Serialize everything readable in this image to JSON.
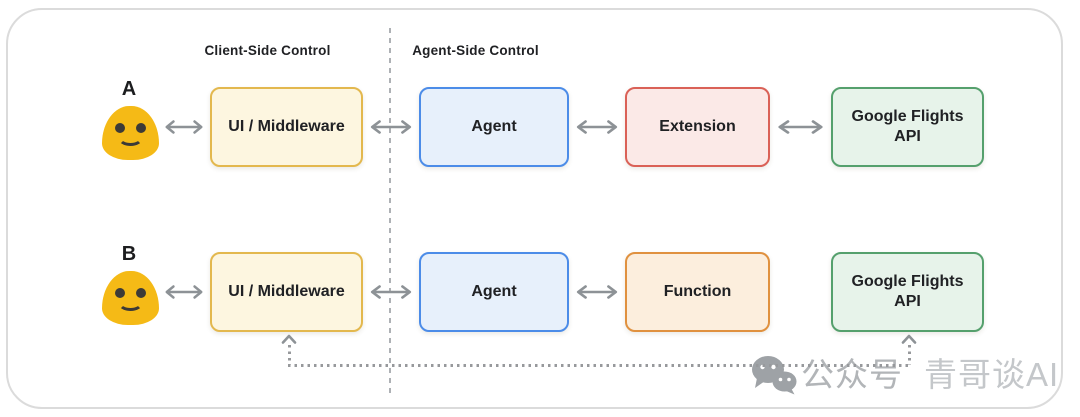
{
  "sections": {
    "client": "Client-Side Control",
    "agent": "Agent-Side Control"
  },
  "rows": [
    {
      "user_label": "A",
      "nodes": [
        {
          "label": "UI / Middleware",
          "color_key": "yellow"
        },
        {
          "label": "Agent",
          "color_key": "blue"
        },
        {
          "label": "Extension",
          "color_key": "red"
        },
        {
          "label": "Google Flights API",
          "color_key": "green"
        }
      ]
    },
    {
      "user_label": "B",
      "nodes": [
        {
          "label": "UI / Middleware",
          "color_key": "yellow"
        },
        {
          "label": "Agent",
          "color_key": "blue"
        },
        {
          "label": "Function",
          "color_key": "orange"
        },
        {
          "label": "Google Flights API",
          "color_key": "green"
        }
      ]
    }
  ],
  "edges": [
    {
      "row": "A",
      "from": "User",
      "to": "UI / Middleware",
      "style": "bidirectional-solid"
    },
    {
      "row": "A",
      "from": "UI / Middleware",
      "to": "Agent",
      "style": "bidirectional-solid"
    },
    {
      "row": "A",
      "from": "Agent",
      "to": "Extension",
      "style": "bidirectional-solid"
    },
    {
      "row": "A",
      "from": "Extension",
      "to": "Google Flights API",
      "style": "bidirectional-solid"
    },
    {
      "row": "B",
      "from": "User",
      "to": "UI / Middleware",
      "style": "bidirectional-solid"
    },
    {
      "row": "B",
      "from": "UI / Middleware",
      "to": "Agent",
      "style": "bidirectional-solid"
    },
    {
      "row": "B",
      "from": "Agent",
      "to": "Function",
      "style": "bidirectional-solid"
    },
    {
      "row": "B",
      "from": "Google Flights API",
      "to": "UI / Middleware",
      "style": "dotted-return-path"
    }
  ],
  "watermark": {
    "icon": "wechat-icon",
    "name": "公众号",
    "account": "青哥谈AI"
  },
  "colors": {
    "yellow_fill": "#fdf6e0",
    "yellow_border": "#e3b84e",
    "blue_fill": "#e7f0fb",
    "blue_border": "#4c8ce8",
    "red_fill": "#fbe9e7",
    "red_border": "#da6157",
    "green_fill": "#e7f3ea",
    "green_border": "#55a06d",
    "orange_fill": "#fceedd",
    "orange_border": "#e0913f",
    "user_yellow": "#f5ba16",
    "face": "#3c3a37",
    "arrow": "#8d9296",
    "divider": "#aeb1b5",
    "dotted": "#97999c",
    "text": "#202124",
    "card_border": "#dbdbdb",
    "watermark_icon": "#9ea2a6",
    "watermark_text": "#b2b5b8",
    "watermark_text2": "#c4c7ca"
  }
}
